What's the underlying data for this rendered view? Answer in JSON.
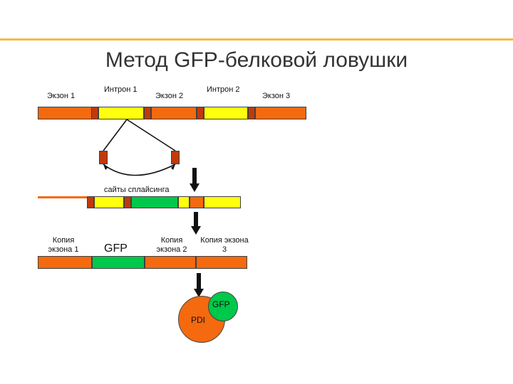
{
  "title": "Метод GFP-белковой ловушки",
  "gene_labels": {
    "exon1": "Экзон 1",
    "intron1": "Интрон 1",
    "exon2": "Экзон 2",
    "intron2": "Интрон 2",
    "exon3": "Экзон 3"
  },
  "splice_label": "сайты сплайсинга",
  "copy_labels": {
    "exon1": "Копия экзона 1",
    "gfp": "GFP",
    "exon2": "Копия экзона 2",
    "exon3": "Копия экзона 3"
  },
  "protein": {
    "pdi": "PDI",
    "gfp": "GFP"
  },
  "colors": {
    "exon": "#f5690f",
    "intron": "#ffff0e",
    "splice_site": "#c03a0c",
    "gfp": "#00c84a",
    "accent_line": "#f5b94a"
  }
}
